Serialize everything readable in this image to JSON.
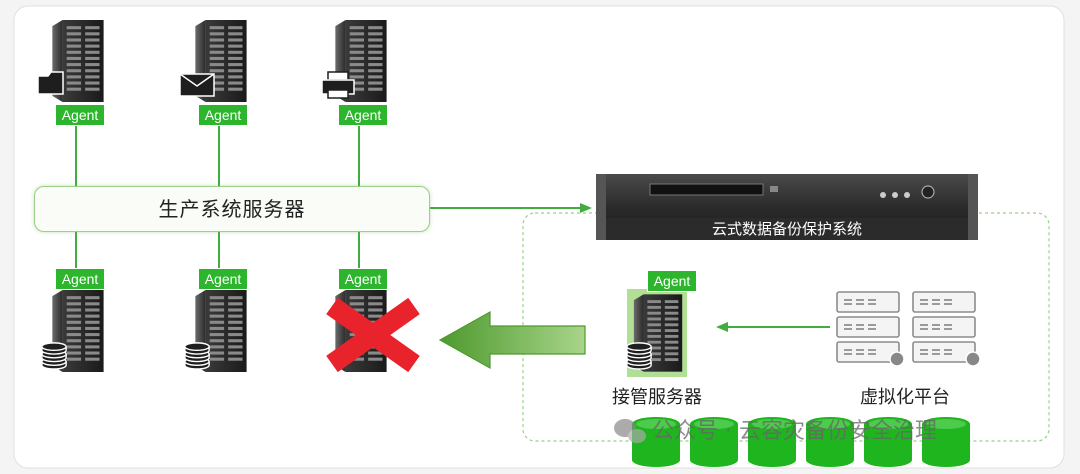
{
  "agent_label": "Agent",
  "production_servers_label": "生产系统服务器",
  "backup_system_label": "云式数据备份保护系统",
  "takeover_server_label": "接管服务器",
  "virtualization_platform_label": "虚拟化平台",
  "watermark": "公众号 · 云容灾备份安全治理",
  "colors": {
    "agent_green": "#2db52d",
    "link_green": "#3fae3f",
    "failure_red": "#e8232b",
    "arrow_green": "#6ab04c",
    "disk_green": "#1fb51f"
  }
}
